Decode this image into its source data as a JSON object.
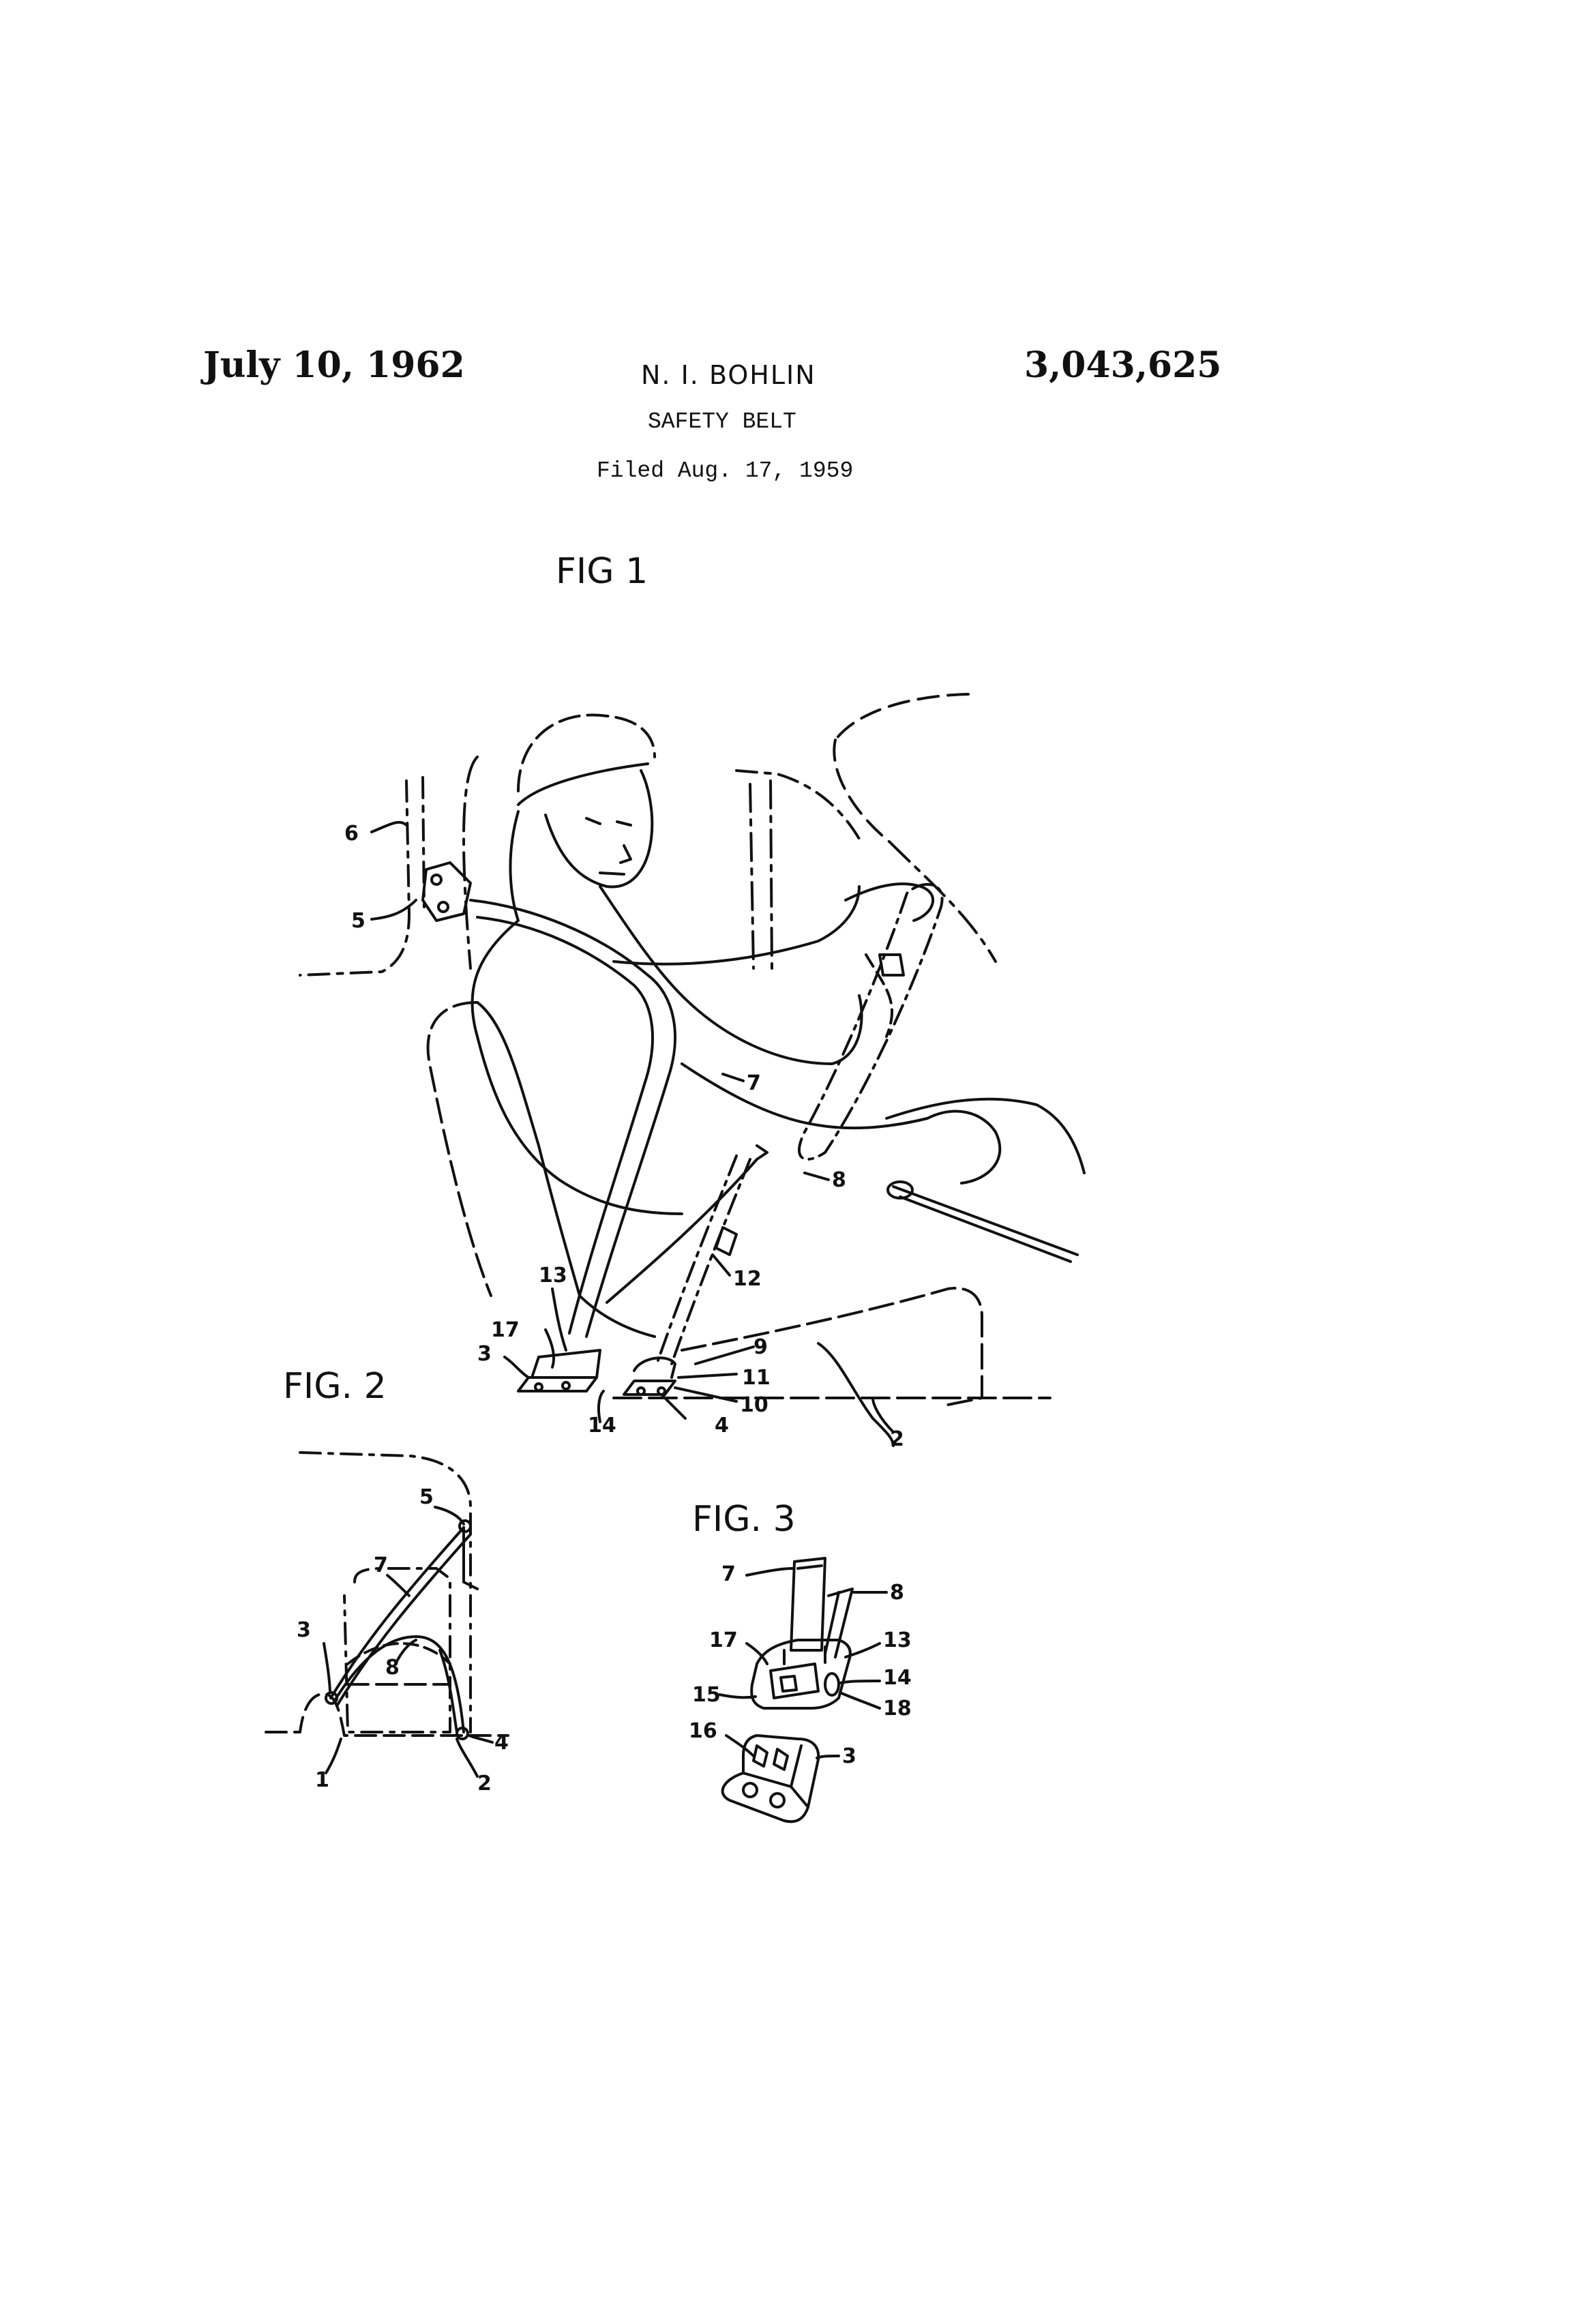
{
  "header": {
    "date": "July 10, 1962",
    "inventor": "N. I. BOHLIN",
    "title": "SAFETY BELT",
    "filed": "Filed Aug. 17, 1959",
    "patent_number": "3,043,625"
  },
  "figures": {
    "fig1": {
      "label": "FIG 1",
      "refs": [
        "6",
        "5",
        "7",
        "8",
        "13",
        "12",
        "17",
        "9",
        "3",
        "11",
        "10",
        "14",
        "4",
        "2"
      ]
    },
    "fig2": {
      "label": "FIG. 2",
      "refs": [
        "5",
        "7",
        "3",
        "8",
        "4",
        "1",
        "2"
      ]
    },
    "fig3": {
      "label": "FIG. 3",
      "refs": [
        "7",
        "8",
        "17",
        "13",
        "14",
        "15",
        "18",
        "16",
        "3"
      ]
    }
  }
}
